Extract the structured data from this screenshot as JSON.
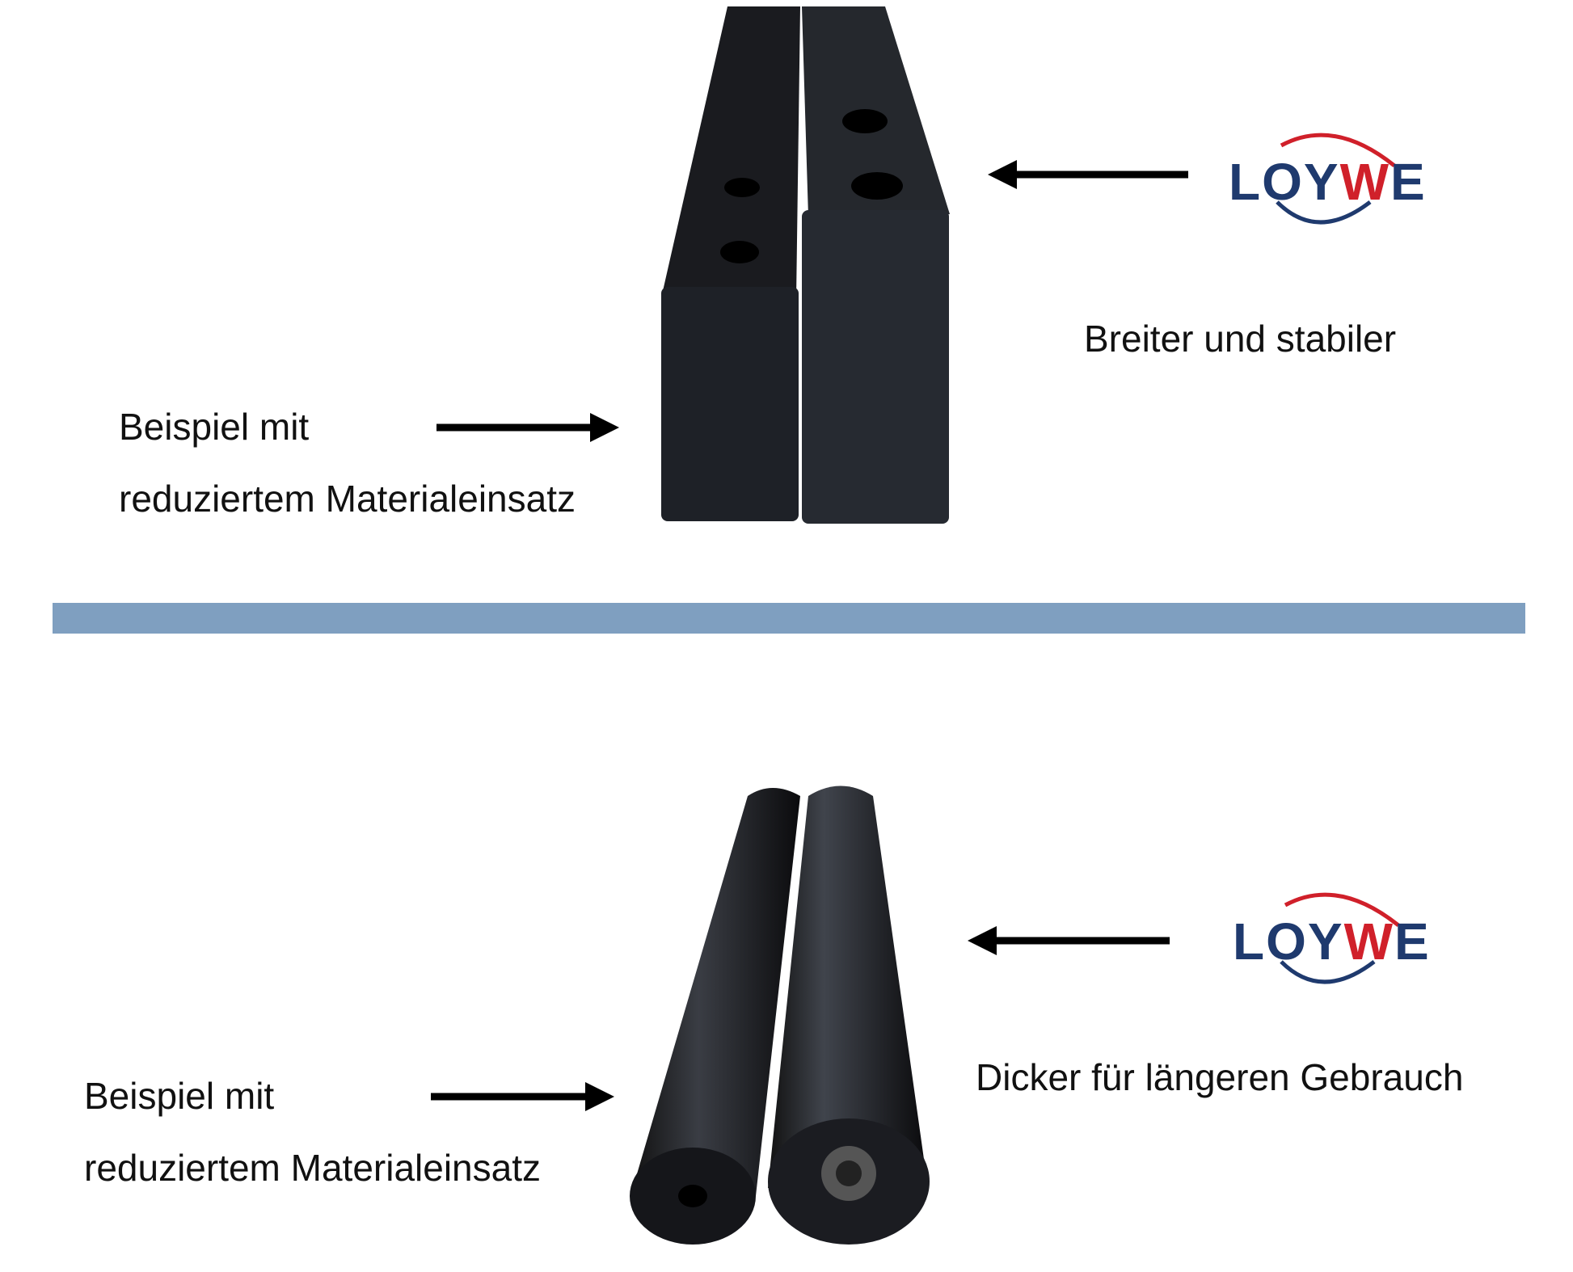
{
  "top_panel": {
    "brand": "LOYWE",
    "brand_label": "Breiter und stabiler",
    "compare_line1": "Beispiel mit",
    "compare_line2": "reduziertem Materialeinsatz"
  },
  "bottom_panel": {
    "brand": "LOYWE",
    "brand_label": "Dicker für längeren Gebrauch",
    "compare_line1": "Beispiel mit",
    "compare_line2": "reduziertem Materialeinsatz"
  },
  "colors": {
    "divider": "#7f9fc0",
    "brand_blue": "#1f3a6e",
    "brand_red": "#d0202a"
  }
}
